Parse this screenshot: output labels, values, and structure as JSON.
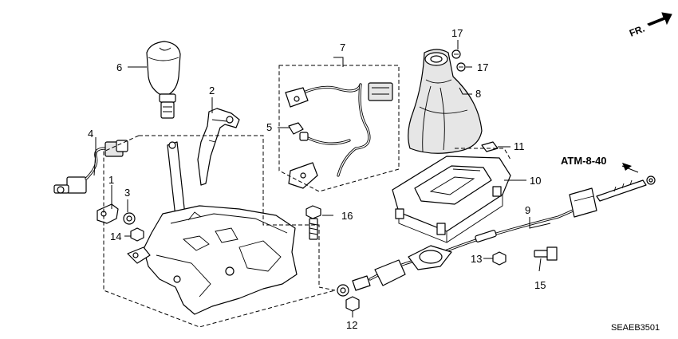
{
  "callouts": [
    {
      "id": "1",
      "label": "1"
    },
    {
      "id": "2",
      "label": "2"
    },
    {
      "id": "3",
      "label": "3"
    },
    {
      "id": "4",
      "label": "4"
    },
    {
      "id": "5",
      "label": "5"
    },
    {
      "id": "6",
      "label": "6"
    },
    {
      "id": "7",
      "label": "7"
    },
    {
      "id": "8",
      "label": "8"
    },
    {
      "id": "9",
      "label": "9"
    },
    {
      "id": "10",
      "label": "10"
    },
    {
      "id": "11",
      "label": "11"
    },
    {
      "id": "12",
      "label": "12"
    },
    {
      "id": "13",
      "label": "13"
    },
    {
      "id": "14",
      "label": "14"
    },
    {
      "id": "15",
      "label": "15"
    },
    {
      "id": "16",
      "label": "16"
    },
    {
      "id": "17a",
      "label": "17"
    },
    {
      "id": "17b",
      "label": "17"
    }
  ],
  "reference": "ATM-8-40",
  "direction": "FR.",
  "diagram_code": "SEAEB3501"
}
